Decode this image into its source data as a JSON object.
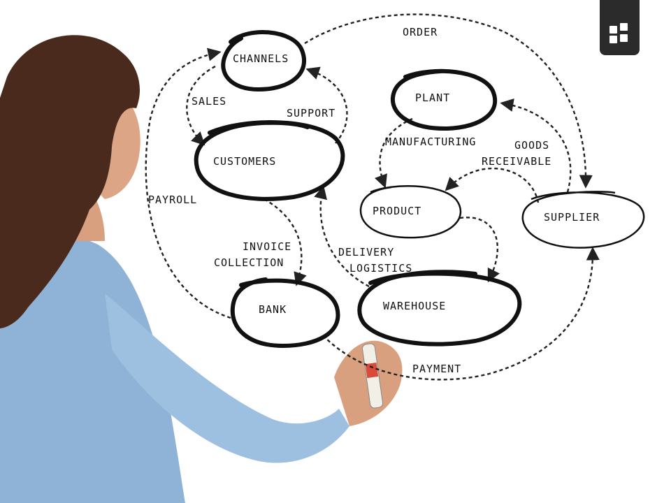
{
  "diagram": {
    "nodes": {
      "channels": "CHANNELS",
      "customers": "CUSTOMERS",
      "bank": "BANK",
      "plant": "PLANT",
      "product": "PRODUCT",
      "warehouse": "WAREHOUSE",
      "supplier": "SUPPLIER"
    },
    "edges": {
      "order": "ORDER",
      "sales": "SALES",
      "support": "SUPPORT",
      "manufacturing": "MANUFACTURING",
      "goods": "GOODS",
      "receivable": "RECEIVABLE",
      "payroll": "PAYROLL",
      "invoice": "INVOICE",
      "collection": "COLLECTION",
      "delivery": "DELIVERY",
      "logistics": "LOGISTICS",
      "payment": "PAYMENT"
    }
  },
  "colors": {
    "ink": "#111111",
    "jacket": "#8fb3d6",
    "hair": "#4a2a1c",
    "skin": "#d9a080",
    "badge": "#2b2b2b"
  },
  "icons": {
    "badge": "grid-icon"
  }
}
